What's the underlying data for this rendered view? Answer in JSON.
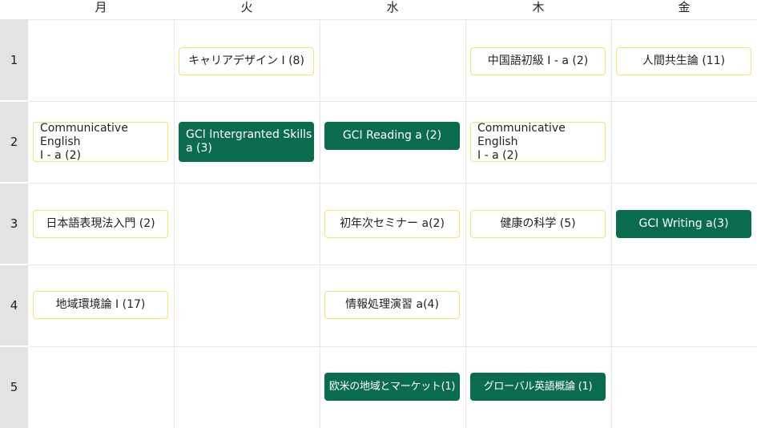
{
  "days": [
    "月",
    "火",
    "水",
    "木",
    "金"
  ],
  "periods": [
    "1",
    "2",
    "3",
    "4",
    "5"
  ],
  "courses": [
    {
      "day": 1,
      "period": 0,
      "label": "キャリアデザイン I (8)",
      "style": "outline"
    },
    {
      "day": 3,
      "period": 0,
      "label": "中国語初級 I - a (2)",
      "style": "outline"
    },
    {
      "day": 4,
      "period": 0,
      "label": "人間共生論 (11)",
      "style": "outline"
    },
    {
      "day": 0,
      "period": 1,
      "label": "Communicative English\nI - a (2)",
      "style": "outline"
    },
    {
      "day": 1,
      "period": 1,
      "label": "GCI Intergranted Skills\na (3)",
      "style": "filled"
    },
    {
      "day": 2,
      "period": 1,
      "label": "GCI Reading a (2)",
      "style": "filled"
    },
    {
      "day": 3,
      "period": 1,
      "label": "Communicative English\nI - a (2)",
      "style": "outline"
    },
    {
      "day": 0,
      "period": 2,
      "label": "日本語表現法入門 (2)",
      "style": "outline"
    },
    {
      "day": 2,
      "period": 2,
      "label": "初年次セミナー a(2)",
      "style": "outline"
    },
    {
      "day": 3,
      "period": 2,
      "label": "健康の科学 (5)",
      "style": "outline"
    },
    {
      "day": 4,
      "period": 2,
      "label": "GCI Writing a(3)",
      "style": "filled"
    },
    {
      "day": 0,
      "period": 3,
      "label": "地域環境論 I (17)",
      "style": "outline"
    },
    {
      "day": 2,
      "period": 3,
      "label": "情報処理演習 a(4)",
      "style": "outline"
    },
    {
      "day": 2,
      "period": 4,
      "label": "欧米の地域とマーケット(1)",
      "style": "filled"
    },
    {
      "day": 3,
      "period": 4,
      "label": "グローバル英語概論 (1)",
      "style": "filled"
    }
  ],
  "colors": {
    "filled_bg": "#0b6b4f",
    "outline_border": "#f1e27a",
    "period_col_bg": "#e3e3e3",
    "grid_line": "#e8e8e8"
  }
}
